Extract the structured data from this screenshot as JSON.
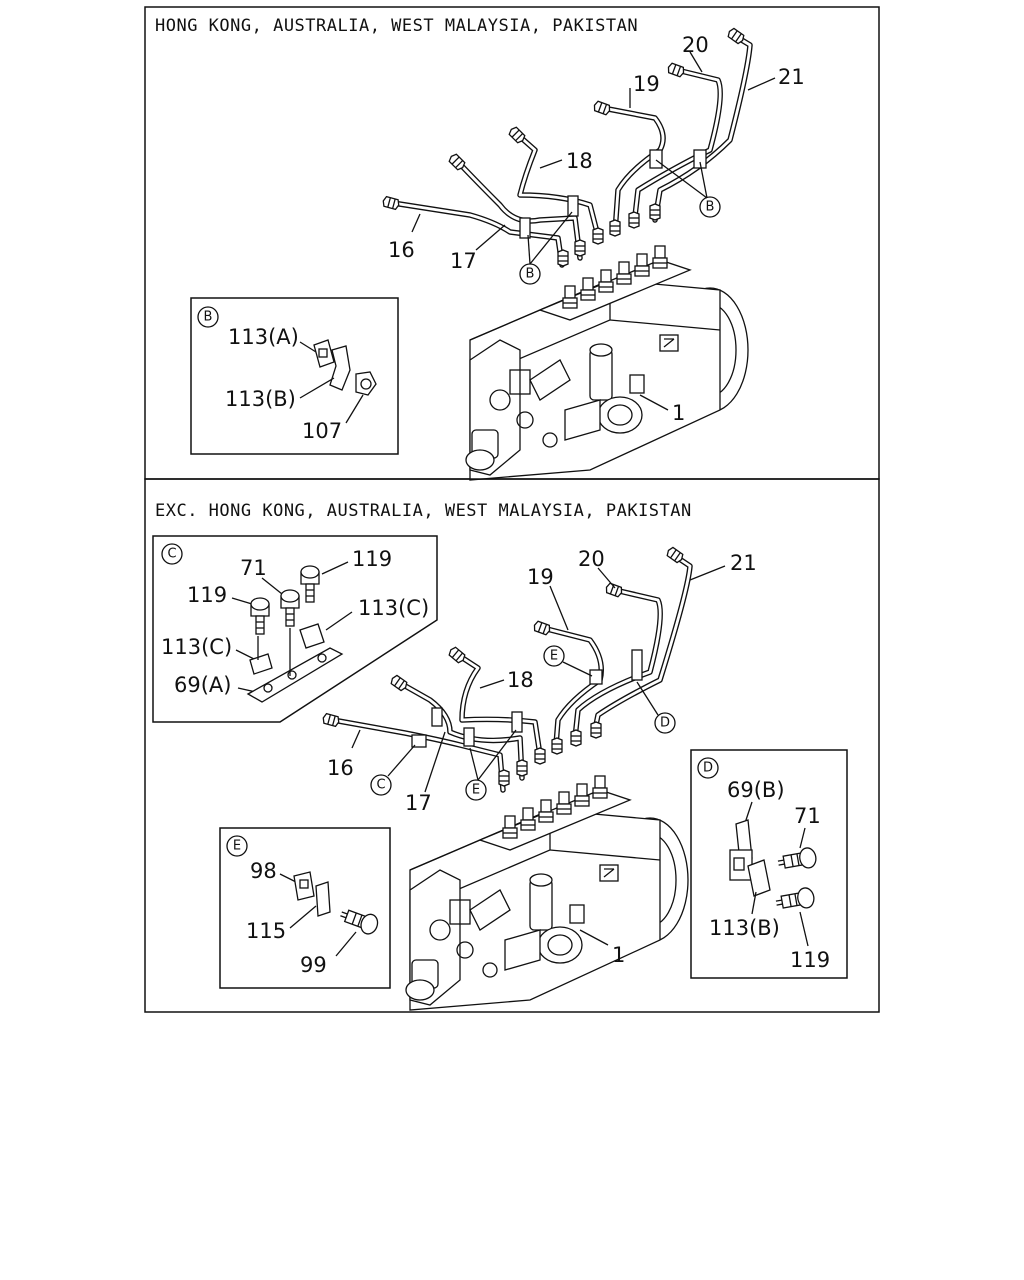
{
  "sections": [
    {
      "heading": "HONG KONG, AUSTRALIA, WEST MALAYSIA, PAKISTAN",
      "callouts": {
        "p16": "16",
        "p17": "17",
        "p18": "18",
        "p19": "19",
        "p20": "20",
        "p21": "21",
        "p1": "1"
      },
      "clamp_refs": {
        "b1": "B",
        "b2": "B"
      },
      "inset_b": {
        "ref": "B",
        "l1": "113(A)",
        "l2": "113(B)",
        "l3": "107"
      }
    },
    {
      "heading": "EXC. HONG KONG, AUSTRALIA, WEST MALAYSIA, PAKISTAN",
      "callouts": {
        "p16": "16",
        "p17": "17",
        "p18": "18",
        "p19": "19",
        "p20": "20",
        "p21": "21",
        "p1": "1"
      },
      "clamp_refs": {
        "c": "C",
        "e1": "E",
        "e2": "E",
        "d": "D"
      },
      "inset_c": {
        "ref": "C",
        "l1": "71",
        "l2": "119",
        "l3": "119",
        "l4": "113(C)",
        "l5": "113(C)",
        "l6": "69(A)"
      },
      "inset_d": {
        "ref": "D",
        "l1": "69(B)",
        "l2": "71",
        "l3": "113(B)",
        "l4": "119"
      },
      "inset_e": {
        "ref": "E",
        "l1": "98",
        "l2": "115",
        "l3": "99"
      }
    }
  ]
}
